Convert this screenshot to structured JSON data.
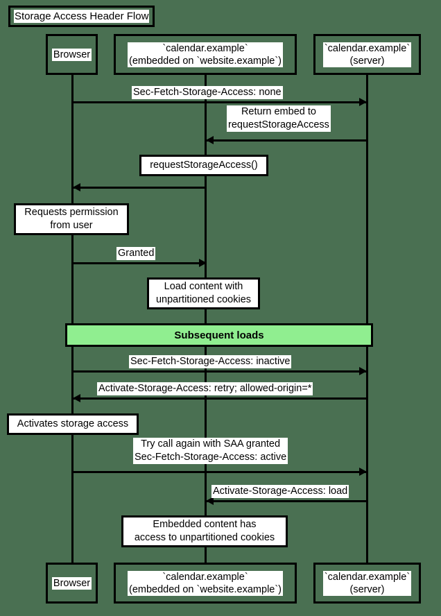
{
  "diagram": {
    "type": "sequence-diagram",
    "title": "Storage Access Header Flow",
    "background_color": "#4a7052",
    "line_color": "#000000",
    "note_fill": "#ffffff",
    "divider_fill": "#90ee90"
  },
  "participants": [
    {
      "id": "browser",
      "label": "Browser",
      "line1": "Browser",
      "line2": ""
    },
    {
      "id": "embedded",
      "label": "`calendar.example`\n(embedded on `website.example`)",
      "line1": "`calendar.example`",
      "line2": "(embedded on `website.example`)"
    },
    {
      "id": "server",
      "label": "`calendar.example`\n(server)",
      "line1": "`calendar.example`",
      "line2": "(server)"
    }
  ],
  "messages": [
    {
      "id": "m1",
      "from": "embedded",
      "to": "server",
      "label": "Sec-Fetch-Storage-Access: none",
      "direction": "right"
    },
    {
      "id": "m2",
      "from": "server",
      "to": "embedded",
      "label": "Return embed to\nrequestStorageAccess",
      "line1": "Return embed to",
      "line2": "requestStorageAccess",
      "direction": "left"
    },
    {
      "id": "m3",
      "from": "embedded",
      "to": "browser",
      "label": "",
      "direction": "left"
    },
    {
      "id": "m4",
      "from": "browser",
      "to": "embedded",
      "label": "Granted",
      "direction": "right"
    },
    {
      "id": "m5",
      "from": "browser",
      "to": "server",
      "label": "Sec-Fetch-Storage-Access: inactive",
      "direction": "right"
    },
    {
      "id": "m6",
      "from": "server",
      "to": "browser",
      "label": "Activate-Storage-Access: retry; allowed-origin=*",
      "direction": "left"
    },
    {
      "id": "m7",
      "from": "browser",
      "to": "server",
      "label": "Try call again with SAA granted\nSec-Fetch-Storage-Access: active",
      "line1": "Try call again with SAA granted",
      "line2": "Sec-Fetch-Storage-Access: active",
      "direction": "right"
    },
    {
      "id": "m8",
      "from": "server",
      "to": "embedded",
      "label": "Activate-Storage-Access: load",
      "direction": "left"
    }
  ],
  "notes": [
    {
      "id": "n1",
      "over": "embedded",
      "text": "requestStorageAccess()",
      "line1": "requestStorageAccess()",
      "line2": ""
    },
    {
      "id": "n2",
      "over": "browser",
      "text": "Requests permission\nfrom user",
      "line1": "Requests permission",
      "line2": "from user"
    },
    {
      "id": "n3",
      "over": "embedded",
      "text": "Load content with\nunpartitioned cookies",
      "line1": "Load content with",
      "line2": "unpartitioned cookies"
    },
    {
      "id": "n4",
      "over": "browser",
      "text": "Activates storage access",
      "line1": "Activates storage access",
      "line2": ""
    },
    {
      "id": "n5",
      "over": "embedded",
      "text": "Embedded content has\naccess to unpartitioned cookies",
      "line1": "Embedded content has",
      "line2": "access to unpartitioned cookies"
    }
  ],
  "dividers": [
    {
      "id": "d1",
      "label": "Subsequent loads"
    }
  ]
}
